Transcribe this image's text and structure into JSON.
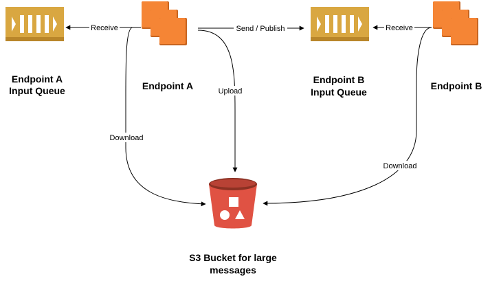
{
  "colors": {
    "queue_gold": "#d9a741",
    "queue_gold_dark": "#b9862a",
    "queue_bar": "#ffffff",
    "endpoint_orange": "#f58535",
    "endpoint_orange_dark": "#c7641f",
    "bucket_red": "#e05243",
    "bucket_red_dark": "#8c3123",
    "line": "#000000"
  },
  "nodes": {
    "endpoint_a_queue": {
      "icon": "queue-icon",
      "label_line1": "Endpoint A",
      "label_line2": "Input Queue"
    },
    "endpoint_a": {
      "icon": "compute-instances-icon",
      "label": "Endpoint A"
    },
    "endpoint_b_queue": {
      "icon": "queue-icon",
      "label_line1": "Endpoint B",
      "label_line2": "Input Queue"
    },
    "endpoint_b": {
      "icon": "compute-instances-icon",
      "label": "Endpoint B"
    },
    "s3_bucket": {
      "icon": "s3-bucket-icon",
      "label_line1": "S3 Bucket for large",
      "label_line2": "messages"
    }
  },
  "edges": {
    "a_receive": "Receive",
    "a_send_publish": "Send / Publish",
    "b_receive": "Receive",
    "a_upload": "Upload",
    "a_download": "Download",
    "b_download": "Download"
  }
}
